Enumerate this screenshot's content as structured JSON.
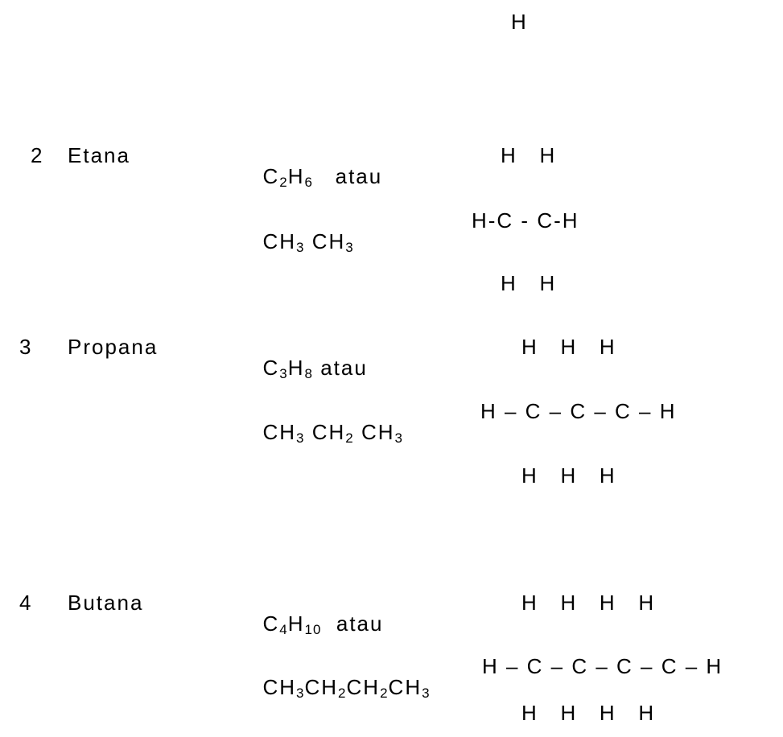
{
  "top_h": "H",
  "rows": [
    {
      "number": "2",
      "name": "Etana",
      "formula": {
        "c": "C",
        "c_sub": "2",
        "h": "H",
        "h_sub": "6",
        "atau": "atau"
      },
      "condensed": [
        {
          "g": "CH",
          "s": "3"
        },
        {
          "g": " CH",
          "s": "3"
        }
      ],
      "top_hs": "H   H",
      "chain": "H-C - C-H",
      "bottom_hs": "H   H"
    },
    {
      "number": "3",
      "name": "Propana",
      "formula": {
        "c": "C",
        "c_sub": "3",
        "h": "H",
        "h_sub": "8",
        "atau": "atau"
      },
      "condensed": [
        {
          "g": "CH",
          "s": "3"
        },
        {
          "g": " CH",
          "s": "2"
        },
        {
          "g": " CH",
          "s": "3"
        }
      ],
      "top_hs": "H   H   H",
      "chain": "H – C – C – C – H",
      "bottom_hs": "H   H   H"
    },
    {
      "number": "4",
      "name": "Butana",
      "formula": {
        "c": "C",
        "c_sub": "4",
        "h": "H",
        "h_sub": "10",
        "atau": "atau"
      },
      "condensed": [
        {
          "g": "CH",
          "s": "3"
        },
        {
          "g": "CH",
          "s": "2"
        },
        {
          "g": "CH",
          "s": "2"
        },
        {
          "g": "CH",
          "s": "3"
        }
      ],
      "top_hs": "H   H   H   H",
      "chain": "H – C – C – C – C – H",
      "bottom_hs": "H   H   H   H"
    }
  ]
}
